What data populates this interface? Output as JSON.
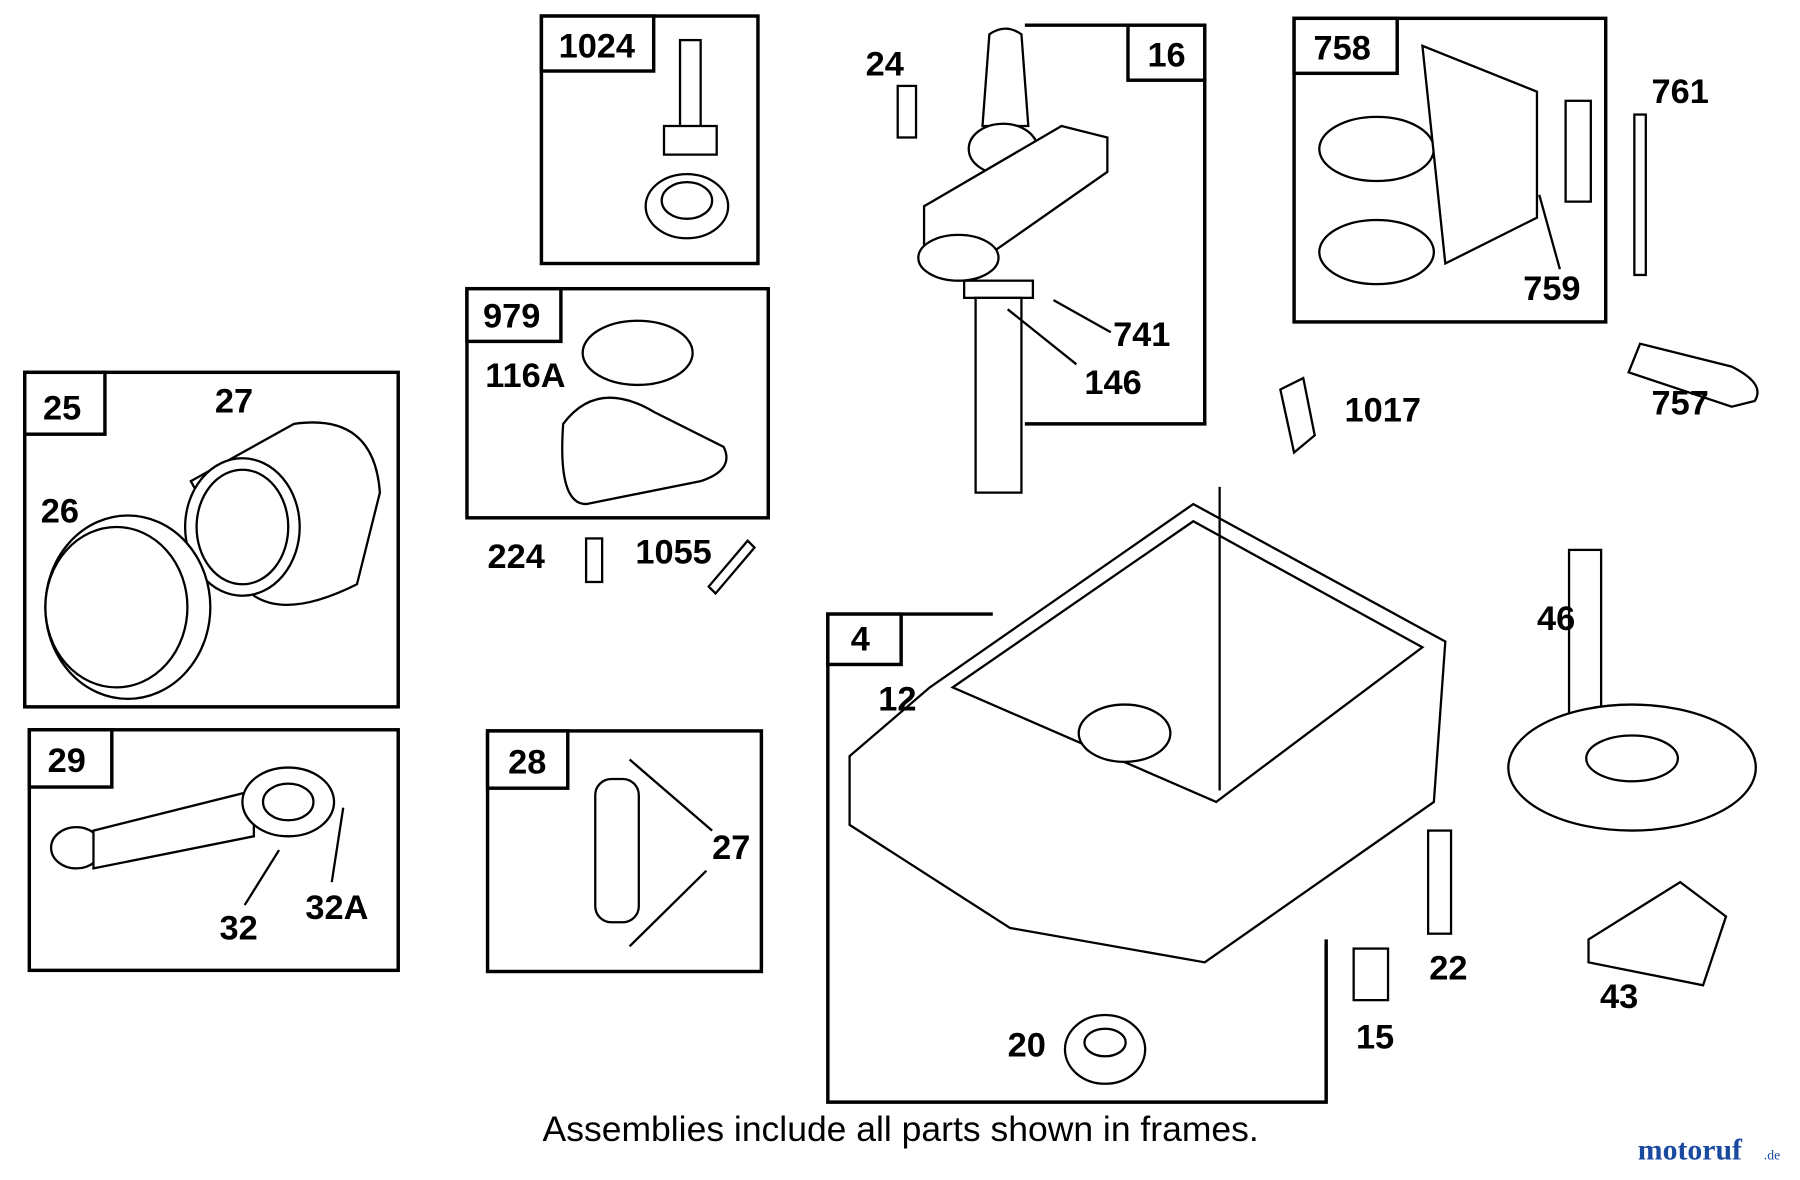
{
  "frames": {
    "f1024": "1024",
    "f16": "16",
    "f758": "758",
    "f979": "979",
    "f25": "25",
    "f29": "29",
    "f28": "28",
    "f4": "4"
  },
  "labels": {
    "l24": "24",
    "l761": "761",
    "l759": "759",
    "l741": "741",
    "l146": "146",
    "l116a": "116A",
    "l757": "757",
    "l1017": "1017",
    "l27a": "27",
    "l26": "26",
    "l224": "224",
    "l1055": "1055",
    "l46": "46",
    "l12": "12",
    "l27b": "27",
    "l32": "32",
    "l32a": "32A",
    "l22": "22",
    "l43": "43",
    "l15": "15",
    "l20": "20"
  },
  "footer_note": "Assemblies include all parts shown in frames.",
  "watermark": {
    "text": "motoruf",
    "suffix": ".de",
    "color": "#1a4aa0"
  }
}
